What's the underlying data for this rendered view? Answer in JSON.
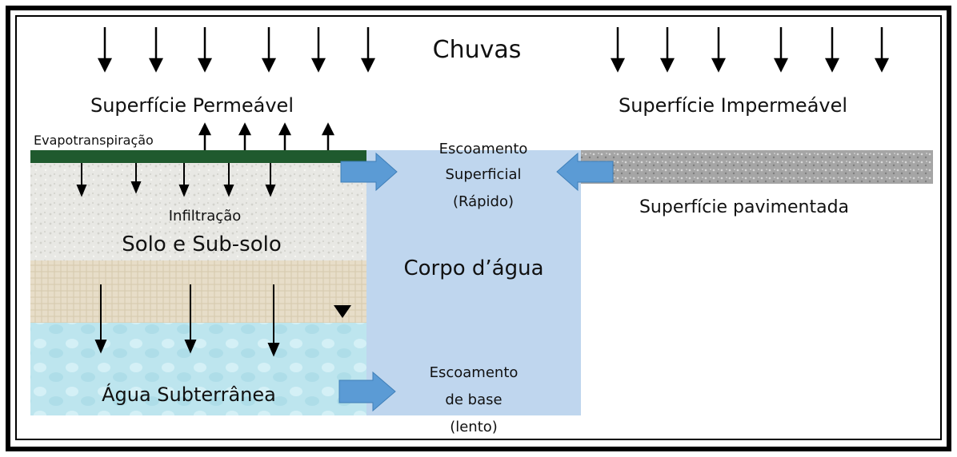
{
  "labels": {
    "rain": "Chuvas",
    "permeable_surface": "Superfície Permeável",
    "impermeable_surface": "Superfície Impermeável",
    "evapotranspiration": "Evapotranspiração",
    "surface_runoff_line1": "Escoamento",
    "surface_runoff_line2": "Superficial",
    "surface_runoff_line3": "(Rápido)",
    "paved_surface": "Superfície pavimentada",
    "infiltration": "Infiltração",
    "soil": "Solo e Sub-solo",
    "water_body": "Corpo d’água",
    "groundwater": "Água Subterrânea",
    "base_flow_line1": "Escoamento",
    "base_flow_line2": "de base",
    "base_flow_line3": "(lento)"
  },
  "colors": {
    "frame": "#000000",
    "vegetation": "#1f5a2e",
    "soil": "#e6e6e2",
    "subsoil": "#e6dcc6",
    "groundwater": "#bfe6ef",
    "water_body": "#bfd6ee",
    "flow_arrow": "#5b9bd5",
    "pavement": "#a8a8a8"
  },
  "icons": {
    "rain_arrow": "down-arrow-icon",
    "evapotranspiration_arrow": "up-arrow-icon",
    "infiltration_arrow": "down-arrow-icon",
    "flow_arrow": "right-arrow-icon",
    "water_table": "inverted-triangle-icon"
  }
}
